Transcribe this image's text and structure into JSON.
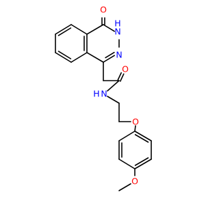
{
  "molecule": {
    "colors": {
      "carbon_bond": "#000000",
      "oxygen": "#ff0000",
      "nitrogen": "#0000ff"
    },
    "labels": {
      "o_ketone": "O",
      "nh_atom": "N",
      "nh_h": "H",
      "n_ring": "N",
      "o_amide": "O",
      "nh_amide": "N",
      "nh_amide_h": "H",
      "o_ether": "O",
      "o_methoxy": "O"
    }
  }
}
